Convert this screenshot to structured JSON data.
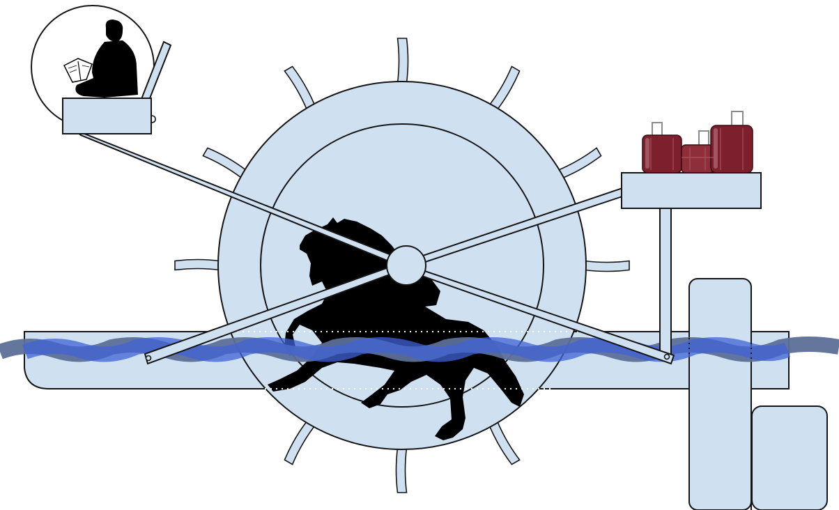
{
  "diagram": {
    "kind": "paddle-wheel lever illustration",
    "colors": {
      "fill": "#cfe0f0",
      "stroke": "#141414",
      "water": "#3f63d6",
      "water_outer": "#5d6f98",
      "luggage": "#7e1f2d",
      "silhouette": "#000000",
      "background": "#ffffff"
    },
    "icons": {
      "reader": "person-reading-icon",
      "luggage": "luggage-icon",
      "horse": "horse-silhouette-icon"
    },
    "wheel": {
      "paddle_count": 12,
      "spoke_count": 4
    }
  }
}
